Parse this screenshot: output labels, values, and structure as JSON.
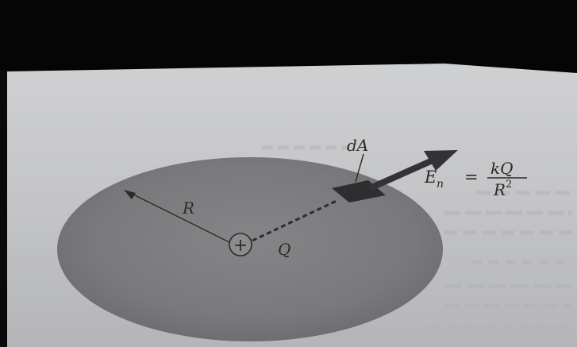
{
  "diagram": {
    "labels": {
      "area_element": "dA",
      "radius": "R",
      "charge": "Q",
      "charge_sign": "+",
      "field_lhs": "E",
      "field_sub": "n",
      "equals": "=",
      "numerator": "kQ",
      "denominator_base": "R",
      "denominator_exp": "2"
    },
    "colors": {
      "background": "#000000",
      "page": "#c4c4c6",
      "sphere": "#7a7a7c",
      "patch": "#2e2e30",
      "ink": "#2a2a2a"
    },
    "icons": [
      "radius-arrow",
      "field-arrow",
      "dashed-line",
      "positive-charge"
    ]
  }
}
